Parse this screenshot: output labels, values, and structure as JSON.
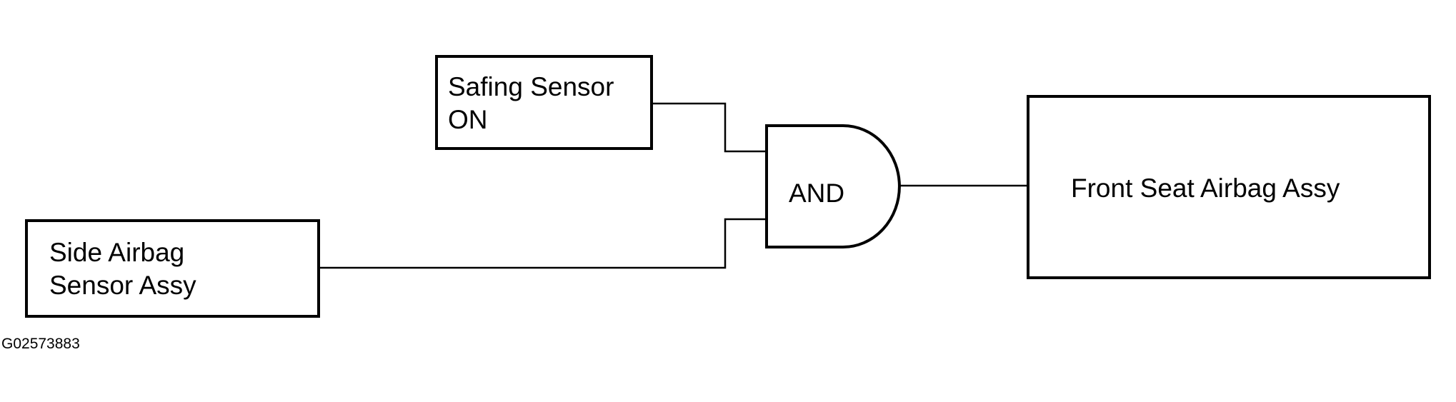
{
  "diagram": {
    "safing_sensor": {
      "line1": "Safing Sensor",
      "line2": "ON"
    },
    "side_airbag_sensor": {
      "line1": "Side Airbag",
      "line2": "Sensor Assy"
    },
    "and_gate": {
      "label": "AND"
    },
    "front_seat_airbag": {
      "label": "Front Seat Airbag Assy"
    },
    "figure_id": "G02573883"
  }
}
